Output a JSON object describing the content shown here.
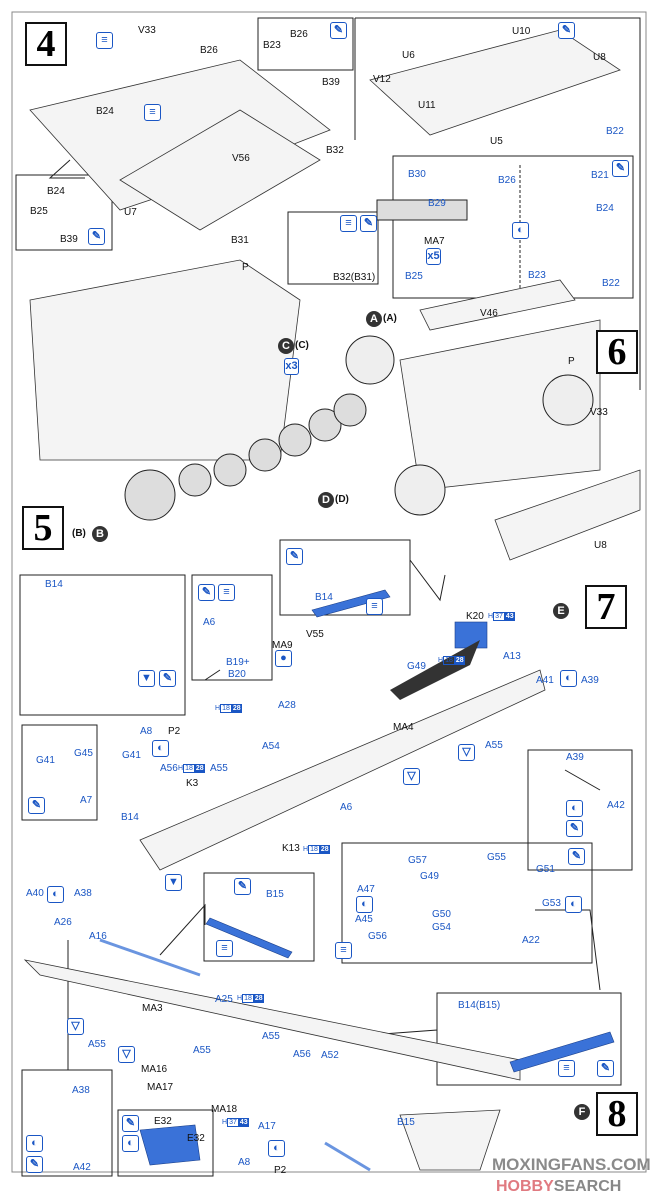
{
  "steps": {
    "step4": {
      "number": "4",
      "labels": [
        "V33",
        "B26",
        "B23",
        "B26",
        "B39",
        "B24",
        "V56",
        "B32",
        "U7",
        "B31",
        "B24",
        "B25",
        "B39",
        "B32(B31)"
      ]
    },
    "step6": {
      "number": "6",
      "labels": [
        "U10",
        "U6",
        "U8",
        "V12",
        "U11",
        "U5",
        "B22",
        "B30",
        "B26",
        "B21",
        "B29",
        "B24",
        "MA7",
        "B23",
        "B25",
        "B22",
        "V46",
        "P",
        "V33",
        "U8"
      ],
      "count_badge": "x5"
    },
    "step5": {
      "number": "5",
      "labels": [
        "P"
      ],
      "wheel_markers": [
        "A",
        "(A)",
        "C",
        "(C)",
        "D",
        "(D)",
        "(B)",
        "B"
      ],
      "count_badge": "x3"
    },
    "step7": {
      "number": "7",
      "marker": "E",
      "labels": [
        "B14",
        "B14",
        "A6",
        "K20",
        "MA9",
        "V55",
        "B19+",
        "B20",
        "G49",
        "A13",
        "A41",
        "A39",
        "A28",
        "MA4",
        "A54",
        "A55",
        "A8",
        "P2",
        "A56",
        "A55",
        "K3",
        "G41",
        "G41",
        "G45",
        "A7",
        "B14",
        "A6",
        "K13",
        "A39",
        "A42",
        "G57",
        "G55",
        "G49",
        "G51",
        "A47",
        "A45",
        "G53",
        "G50",
        "G54",
        "G56",
        "A22"
      ],
      "paint_refs": [
        {
          "h": "H",
          "a": "18",
          "b": "28"
        },
        {
          "h": "H",
          "a": "18",
          "b": "28"
        },
        {
          "h": "H",
          "a": "37",
          "b": "43"
        },
        {
          "h": "H",
          "a": "18",
          "b": "28"
        },
        {
          "h": "H",
          "a": "18",
          "b": "28"
        }
      ]
    },
    "step8": {
      "number": "8",
      "marker": "F",
      "labels": [
        "A40",
        "A38",
        "B15",
        "A26",
        "A16",
        "MA3",
        "A25",
        "A55",
        "A55",
        "A55",
        "MA16",
        "MA17",
        "MA18",
        "B14(B15)",
        "A56",
        "A52",
        "A17",
        "E32",
        "E32",
        "A38",
        "A42",
        "A8",
        "P2",
        "B15"
      ],
      "paint_refs": [
        {
          "h": "H",
          "a": "18",
          "b": "28"
        },
        {
          "h": "H",
          "a": "37",
          "b": "43"
        }
      ]
    }
  },
  "watermark": {
    "line1": "MOXINGFANS.COM",
    "line2a": "HOBBY",
    "line2b": "SEARCH"
  },
  "colors": {
    "accent": "#1a56c4",
    "ink": "#111111",
    "part_fill": "#3a72d8"
  }
}
